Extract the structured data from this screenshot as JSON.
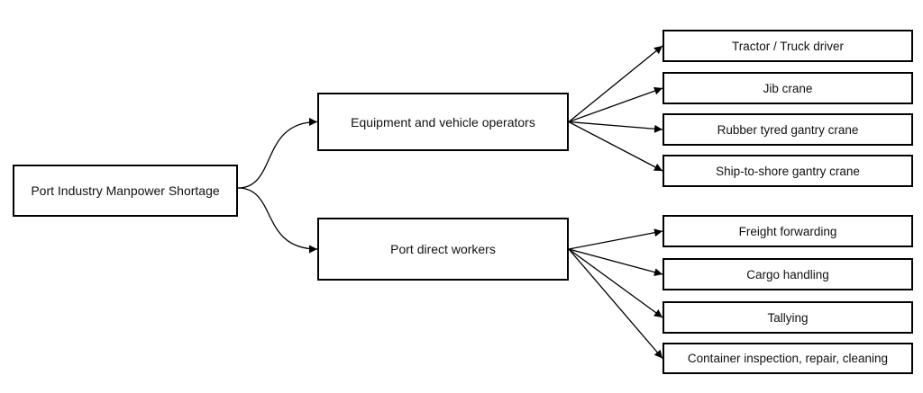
{
  "diagram": {
    "root": "Port Industry Manpower Shortage",
    "branches": [
      {
        "label": "Equipment and vehicle operators",
        "children": [
          "Tractor / Truck driver",
          "Jib crane",
          "Rubber tyred gantry crane",
          "Ship-to-shore gantry crane"
        ]
      },
      {
        "label": "Port direct workers",
        "children": [
          "Freight forwarding",
          "Cargo handling",
          "Tallying",
          "Container inspection, repair, cleaning"
        ]
      }
    ],
    "colors": {
      "stroke": "#000000",
      "text": "#111111",
      "background": "#ffffff"
    }
  }
}
